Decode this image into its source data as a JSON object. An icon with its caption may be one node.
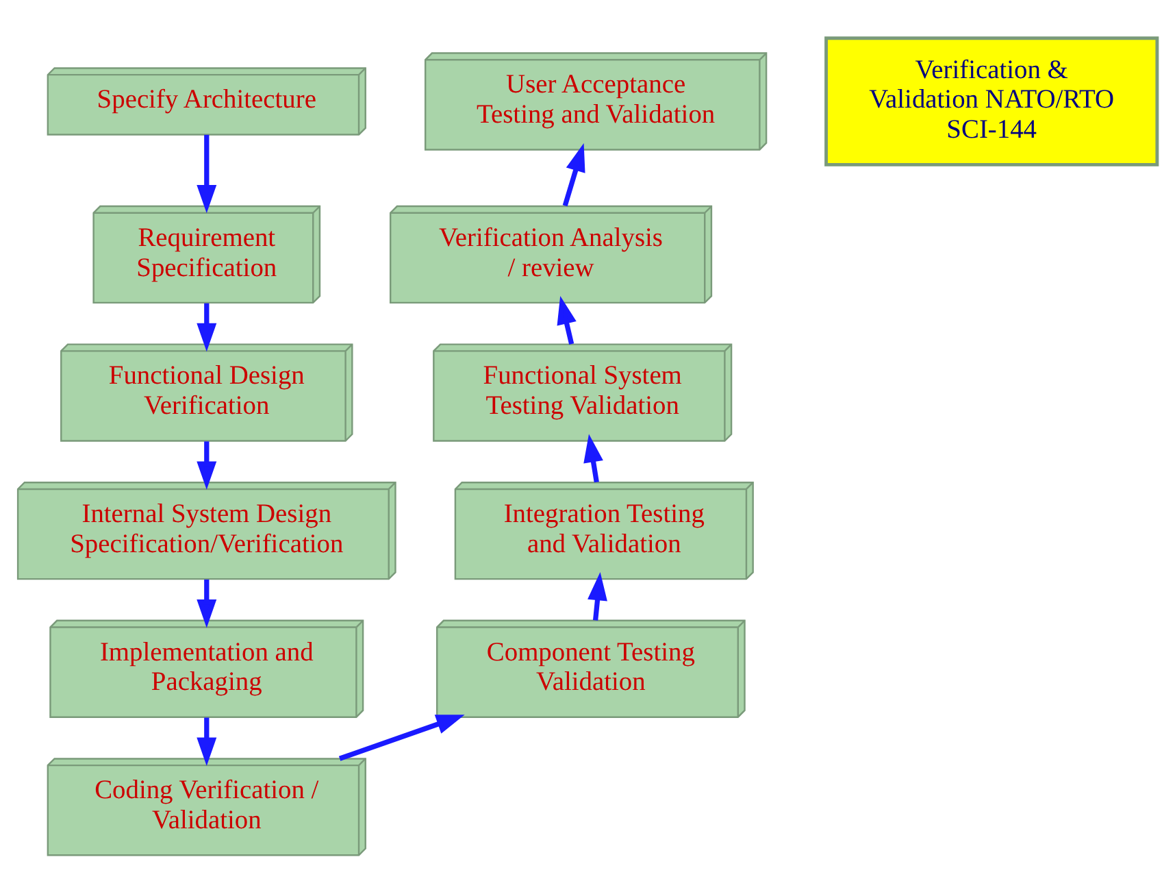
{
  "diagram": {
    "nodes": [
      {
        "text": [
          "Specify Architecture"
        ]
      },
      {
        "text": [
          "Requirement Specification"
        ]
      },
      {
        "text": [
          "Functional Design Verification"
        ]
      },
      {
        "text": [
          "Internal System Design Specification/Verification"
        ]
      },
      {
        "text": [
          "Implementation and Packaging"
        ]
      },
      {
        "text": [
          "Coding Verification / Validation"
        ]
      },
      {
        "text": [
          "Component Testing Validation"
        ]
      },
      {
        "text": [
          "Integration Testing and Validation"
        ]
      },
      {
        "text": [
          "Functional System Testing Validation"
        ]
      },
      {
        "text": [
          "Verification Analysis / review"
        ]
      },
      {
        "text": [
          "User Acceptance Testing and Validation"
        ]
      },
      {
        "text": [
          "Verification & Validation NATO/RTO SCI-144"
        ]
      }
    ],
    "edges": [
      {
        "from": 0,
        "to": 1,
        "arrow": "to"
      },
      {
        "from": 1,
        "to": 2,
        "arrow": "to"
      },
      {
        "from": 2,
        "to": 3,
        "arrow": "to"
      },
      {
        "from": 3,
        "to": 4,
        "arrow": "to"
      },
      {
        "from": 4,
        "to": 5,
        "arrow": "to"
      },
      {
        "from": 5,
        "to": 6,
        "arrow": "to"
      },
      {
        "from": 6,
        "to": 7,
        "arrow": "to"
      },
      {
        "from": 7,
        "to": 8,
        "arrow": "to"
      },
      {
        "from": 8,
        "to": 9,
        "arrow": "to"
      },
      {
        "from": 9,
        "to": 10,
        "arrow": "to"
      }
    ]
  }
}
